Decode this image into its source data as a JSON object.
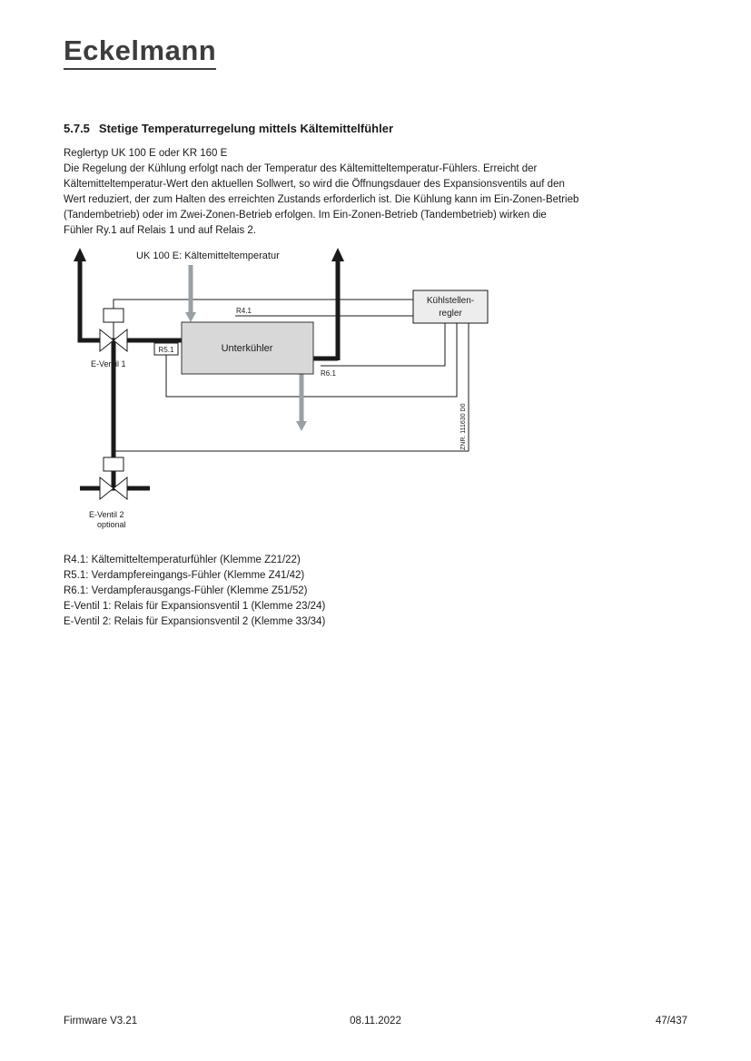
{
  "page": {
    "logo": "Eckelmann",
    "footer": {
      "left": "Firmware V3.21",
      "center": "08.11.2022",
      "right": "47/437"
    }
  },
  "heading": {
    "number": "5.7.5",
    "title": "Stetige Temperaturregelung mittels Kältemittelfühler"
  },
  "body": {
    "intro": "Reglertyp UK 100 E oder KR 160 E",
    "lines": [
      "Die Regelung der Kühlung erfolgt nach der Temperatur des Kältemitteltemperatur-Fühlers. Erreicht der",
      "Kältemitteltemperatur-Wert den aktuellen Sollwert, so wird die Öffnungsdauer des Expansionsventils auf den",
      "Wert reduziert, der zum Halten des erreichten Zustands erforderlich ist. Die Kühlung kann im Ein-Zonen-Betrieb",
      "(Tandembetrieb) oder im Zwei-Zonen-Betrieb erfolgen. Im Ein-Zonen-Betrieb (Tandembetrieb) wirken die",
      "Fühler Ry.1 auf Relais 1 und auf Relais 2."
    ]
  },
  "diagram": {
    "title": "UK 100 E:  Kältemitteltemperatur",
    "controller_line1": "Kühlstellen-",
    "controller_line2": "regler",
    "subcooler": "Unterkühler",
    "sensor_r41": "R4.1",
    "sensor_r51": "R5.1",
    "sensor_r61": "R6.1",
    "valve1_label": "E-Ventil 1",
    "valve2_label": "E-Ventil 2",
    "valve2_note": "optional",
    "znr": "ZNR. 111630 D0",
    "colors": {
      "pipe": "#1a1a1a",
      "gray_arrow": "#9aa0a3",
      "subcooler_fill": "#d8d8d8",
      "controller_fill": "#ededed"
    }
  },
  "legend": {
    "items": [
      "R4.1: Kältemitteltemperaturfühler (Klemme Z21/22)",
      "R5.1: Verdampfereingangs-Fühler (Klemme Z41/42)",
      "R6.1: Verdampferausgangs-Fühler (Klemme Z51/52)",
      "E-Ventil 1: Relais für Expansionsventil 1 (Klemme 23/24)",
      "E-Ventil 2: Relais für Expansionsventil 2 (Klemme 33/34)"
    ]
  }
}
